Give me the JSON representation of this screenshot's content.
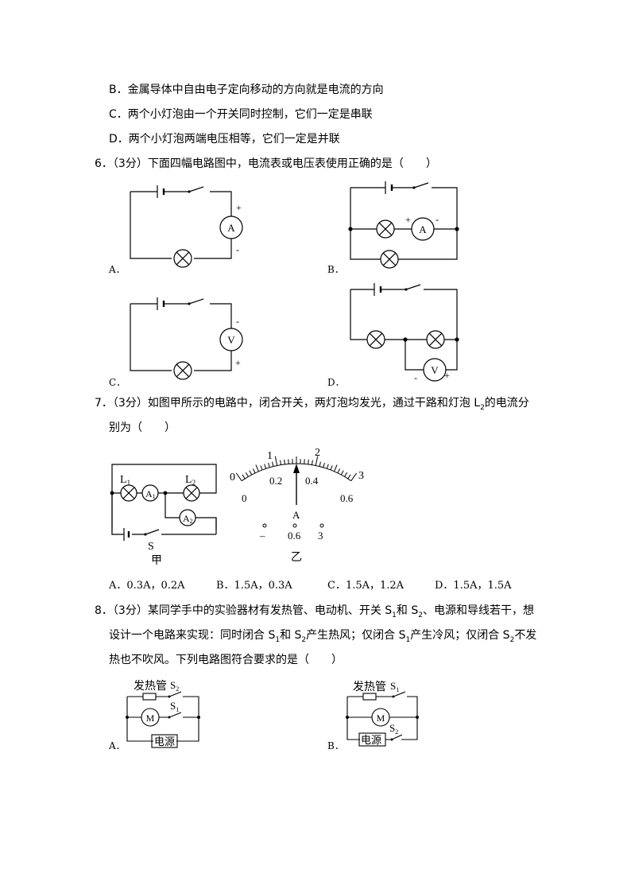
{
  "q5": {
    "opt_b": "B．金属导体中自由电子定向移动的方向就是电流的方向",
    "opt_c": "C．两个小灯泡由一个开关同时控制，它们一定是串联",
    "opt_d": "D．两个小灯泡两端电压相等，它们一定是并联"
  },
  "q6": {
    "stem": "6．（3分）下面四幅电路图中，电流表或电压表使用正确的是（　　）",
    "labels": {
      "a": "A．",
      "b": "B．",
      "c": "C．",
      "d": "D．"
    },
    "ammeter": "A",
    "voltmeter": "V",
    "plus": "+",
    "minus": "-"
  },
  "q7": {
    "stem_line1_pre": "7．（3分）如图甲所示的电路中，闭合开关，两灯泡均发光，通过干路和灯泡 L",
    "stem_line1_sub": "2",
    "stem_line1_post": "的电流分",
    "stem_line2": "别为（　　）",
    "fig_jia": {
      "L1": "L",
      "L1_sub": "1",
      "L2": "L",
      "L2_sub": "2",
      "A1": "A",
      "A1_sub": "1",
      "A2": "A",
      "A2_sub": "2",
      "S": "S",
      "caption": "甲"
    },
    "fig_yi": {
      "top_scale": [
        "0",
        "1",
        "2",
        "3"
      ],
      "bottom_scale": [
        "0",
        "0.2",
        "0.4",
        "0.6"
      ],
      "pointer_label": "A",
      "terminals": [
        "–",
        "0.6",
        "3"
      ],
      "caption": "乙"
    },
    "options": {
      "a": "A．0.3A，0.2A",
      "b": "B．1.5A，0.3A",
      "c": "C．1.5A，1.2A",
      "d": "D．1.5A，1.5A"
    }
  },
  "q8": {
    "line1_pre": "8．（3分）某同学手中的实验器材有发热管、电动机、开关 S",
    "line1_sub1": "1",
    "line1_mid": "和 S",
    "line1_sub2": "2",
    "line1_post": "、电源和导线若干，想",
    "line2_pre": "设计一个电路来实现：同时闭合 S",
    "line2_sub1": "1",
    "line2_mid1": "和 S",
    "line2_sub2": "2",
    "line2_mid2": "产生热风；仅闭合 S",
    "line2_sub3": "1",
    "line2_mid3": "产生冷风；仅闭合 S",
    "line2_sub4": "2",
    "line2_post": "不发",
    "line3": "热也不吹风。下列电路图符合要求的是（　　）",
    "heater": "发热管",
    "motor": "M",
    "source": "电源",
    "s": "S",
    "s1": "1",
    "s2": "2",
    "labels": {
      "a": "A．",
      "b": "B．"
    }
  }
}
